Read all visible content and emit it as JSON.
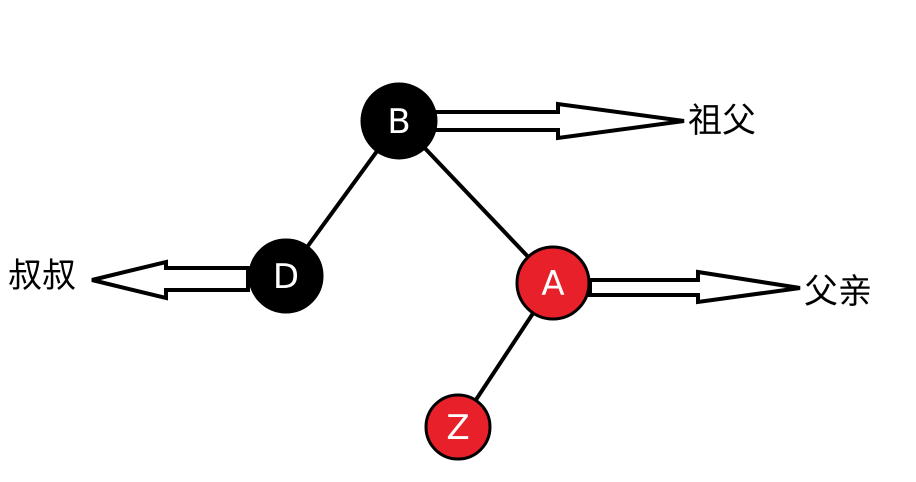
{
  "nodes": {
    "b": {
      "letter": "B",
      "fill": "#000000"
    },
    "d": {
      "letter": "D",
      "fill": "#000000"
    },
    "a": {
      "letter": "A",
      "fill": "#e8202a"
    },
    "z": {
      "letter": "Z",
      "fill": "#e8202a"
    }
  },
  "labels": {
    "b": "祖父",
    "d": "叔叔",
    "a": "父亲"
  },
  "colors": {
    "black_node": "#000000",
    "red_node": "#e8202a",
    "edge": "#000000",
    "arrow_outline": "#000000",
    "arrow_fill": "#ffffff"
  }
}
